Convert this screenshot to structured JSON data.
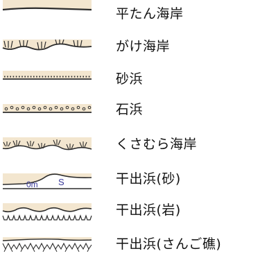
{
  "legend": {
    "colors": {
      "land": "#f3e6cf",
      "line": "#2b2b2b",
      "text": "#111111"
    },
    "items": [
      {
        "symbol": "flat-coast-symbol",
        "label": "平たん海岸"
      },
      {
        "symbol": "cliff-coast-symbol",
        "label": "がけ海岸"
      },
      {
        "symbol": "sand-beach-symbol",
        "label": "砂浜"
      },
      {
        "symbol": "stone-beach-symbol",
        "label": "石浜"
      },
      {
        "symbol": "grass-coast-symbol",
        "label": "くさむら海岸"
      },
      {
        "symbol": "tidal-flat-sand-symbol",
        "label": "干出浜(砂)",
        "symbol_text": {
          "depth": "0m",
          "code": "S"
        }
      },
      {
        "symbol": "tidal-flat-rock-symbol",
        "label": "干出浜(岩)"
      },
      {
        "symbol": "tidal-flat-coral-symbol",
        "label": "干出浜(さんご礁)"
      }
    ]
  }
}
